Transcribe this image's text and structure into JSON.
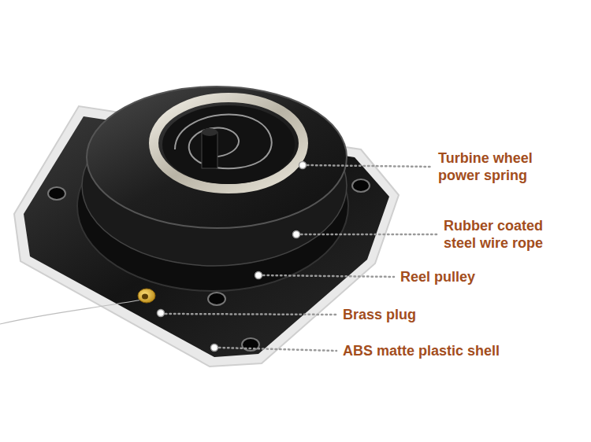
{
  "diagram": {
    "labels": [
      "Turbine wheel power spring",
      "Rubber coated steel wire rope",
      "Reel pulley",
      "Brass plug",
      "ABS matte plastic shell"
    ]
  }
}
